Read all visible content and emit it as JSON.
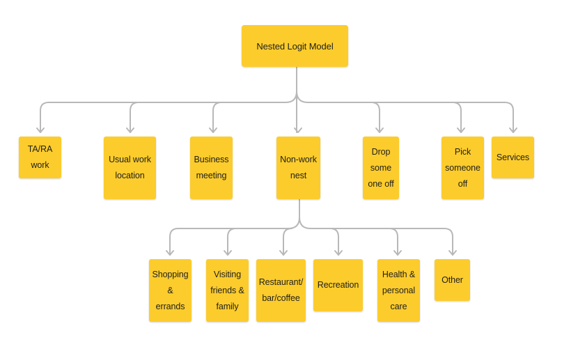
{
  "root": {
    "label": "Nested Logit Model"
  },
  "level1": [
    {
      "id": "ta-ra-work",
      "label": "TA/RA\nwork"
    },
    {
      "id": "usual-work-location",
      "label": "Usual work\nlocation"
    },
    {
      "id": "business-meeting",
      "label": "Business\nmeeting"
    },
    {
      "id": "non-work-nest",
      "label": "Non-work\nnest"
    },
    {
      "id": "drop-someone-off",
      "label": "Drop\nsome\none off"
    },
    {
      "id": "pick-someone-off",
      "label": "Pick\nsomeone\noff"
    },
    {
      "id": "services",
      "label": "Services"
    }
  ],
  "level2": [
    {
      "id": "shopping-errands",
      "label": "Shopping\n& errands"
    },
    {
      "id": "visiting-friends-family",
      "label": "Visiting\nfriends &\nfamily"
    },
    {
      "id": "restaurant-bar-coffee",
      "label": "Restaurant/\nbar/coffee"
    },
    {
      "id": "recreation",
      "label": "Recreation"
    },
    {
      "id": "health-personal-care",
      "label": "Health &\npersonal\ncare"
    },
    {
      "id": "other",
      "label": "Other"
    }
  ],
  "colors": {
    "node_fill": "#fccc2c",
    "connector": "#b8b8b8",
    "text": "#1f1f1f"
  }
}
